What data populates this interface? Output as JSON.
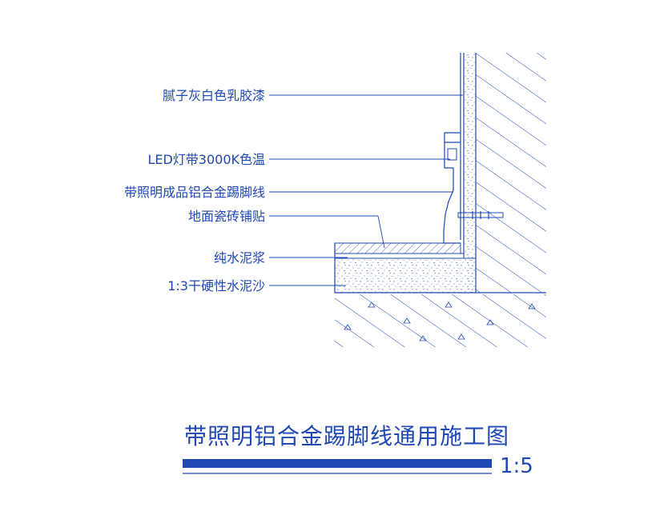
{
  "labels": {
    "paint": "腻子灰白色乳胶漆",
    "led": "LED灯带3000K色温",
    "skirting": "带照明成品铝合金踢脚线",
    "tile": "地面瓷砖铺贴",
    "slurry": "纯水泥浆",
    "mortar": "1:3干硬性水泥沙"
  },
  "title": "带照明铝合金踢脚线通用施工图",
  "scale": "1:5",
  "colors": {
    "line": "#1f48b4",
    "bar": "#1f48b4",
    "background": "#ffffff"
  }
}
